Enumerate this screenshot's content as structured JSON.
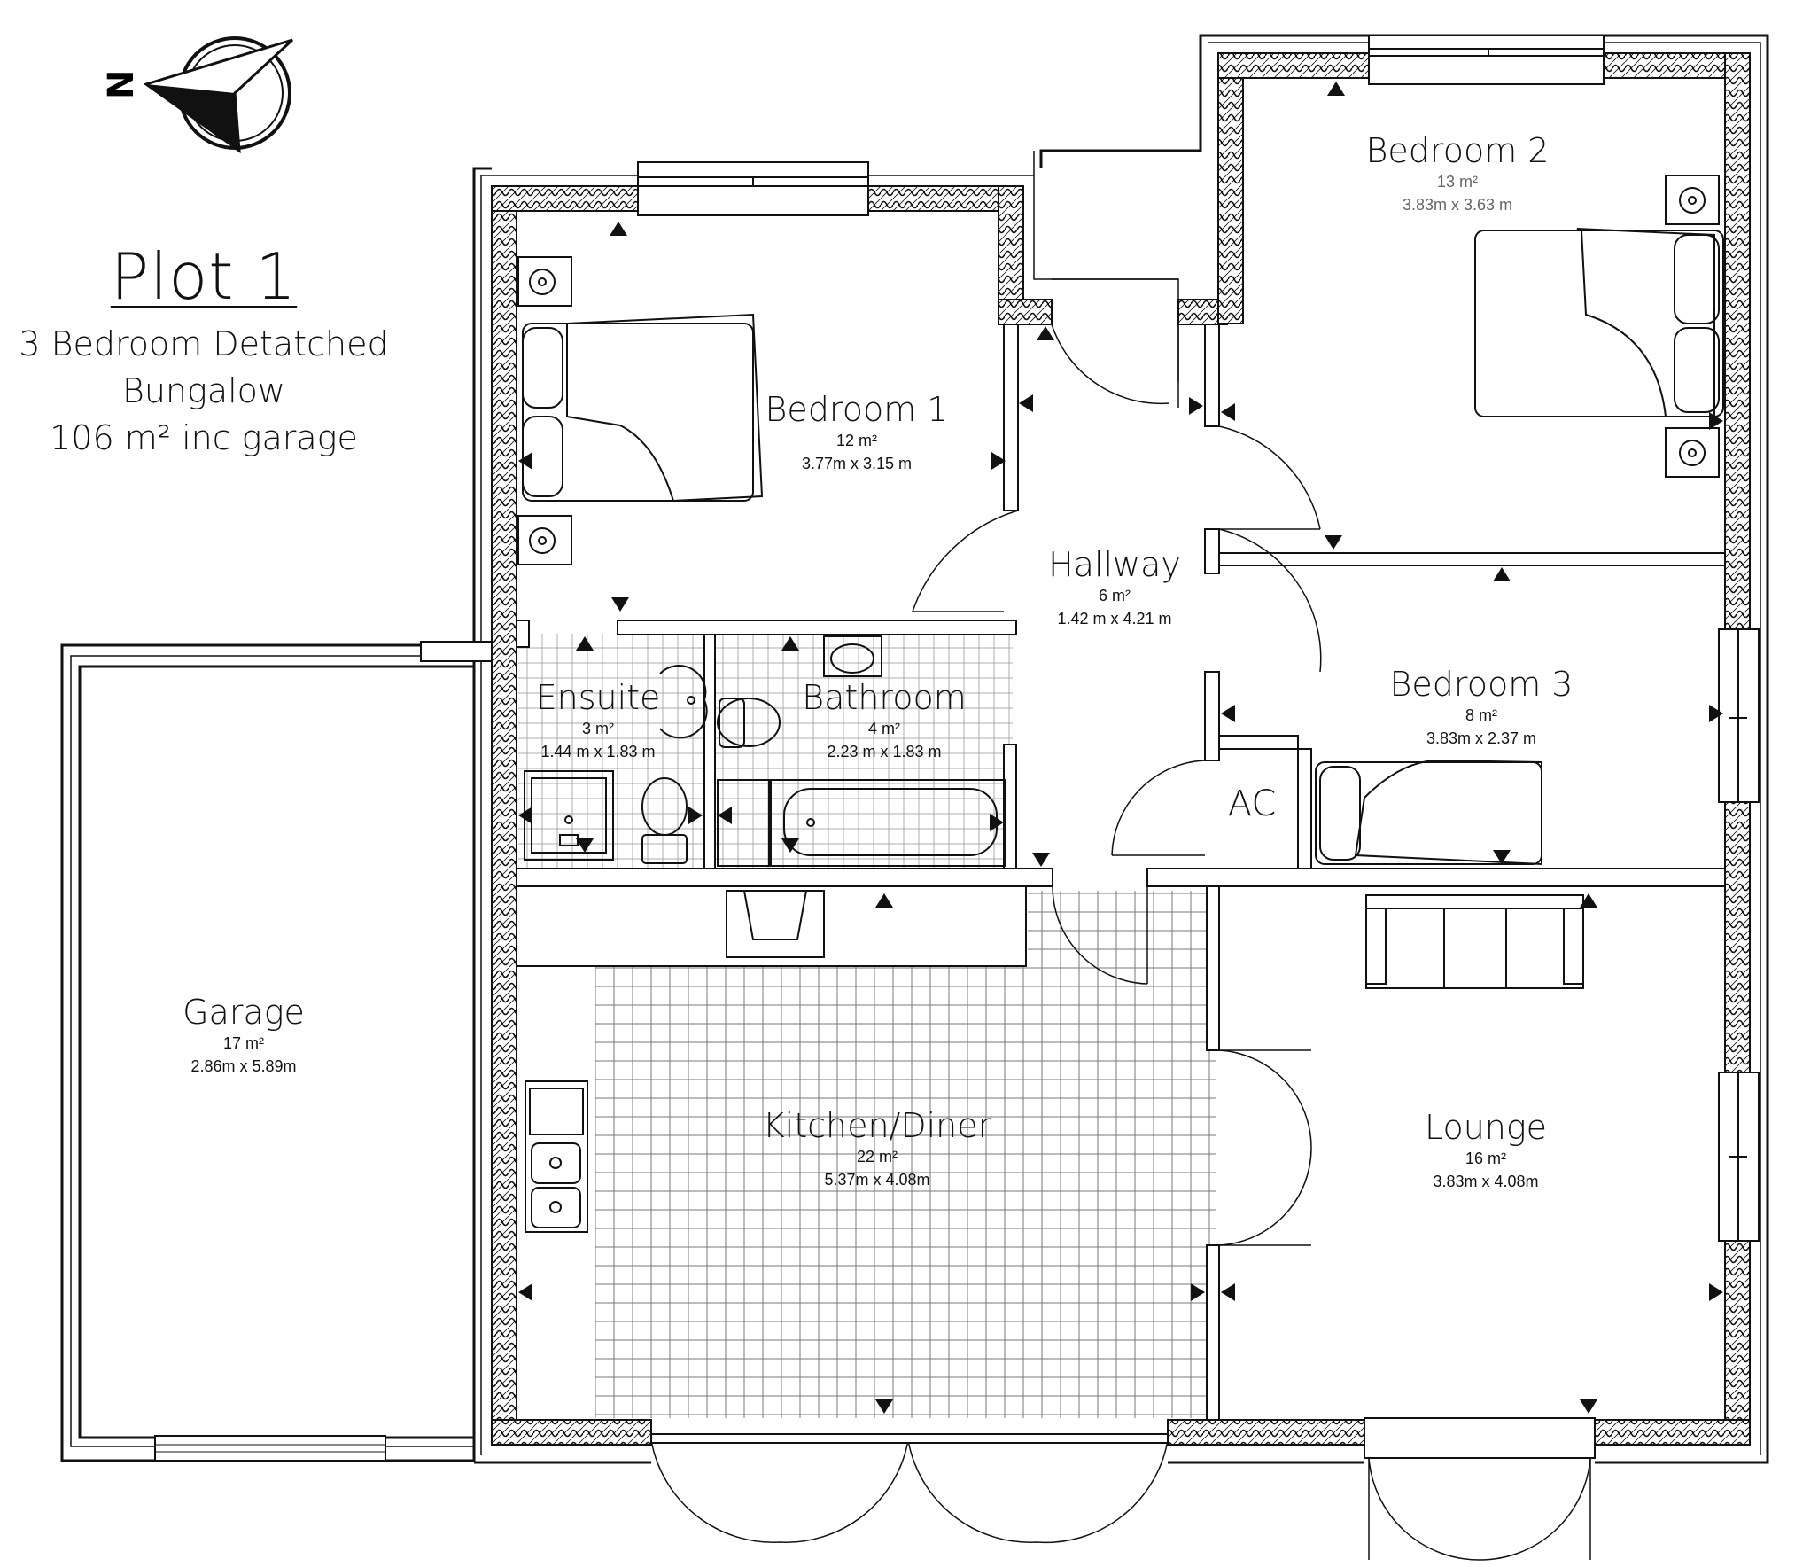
{
  "plan": {
    "title": "Plot 1",
    "subtitle_lines": [
      "3 Bedroom Detatched",
      "Bungalow",
      "106 m² inc garage"
    ],
    "compass_letter": "N",
    "rooms": [
      {
        "name": "Bedroom 1",
        "area": "12 m²",
        "dims": "3.77m x 3.15 m"
      },
      {
        "name": "Bedroom 2",
        "area": "13 m²",
        "dims": "3.83m x 3.63 m"
      },
      {
        "name": "Hallway",
        "area": "6 m²",
        "dims": "1.42 m x 4.21 m"
      },
      {
        "name": "Bedroom 3",
        "area": "8 m²",
        "dims": "3.83m x 2.37 m"
      },
      {
        "name": "Ensuite",
        "area": "3 m²",
        "dims": "1.44 m x 1.83 m"
      },
      {
        "name": "Bathroom",
        "area": "4 m²",
        "dims": "2.23 m x 1.83 m"
      },
      {
        "name": "AC"
      },
      {
        "name": "Garage",
        "area": "17 m²",
        "dims": "2.86m x 5.89m"
      },
      {
        "name": "Kitchen/Diner",
        "area": "22 m²",
        "dims": "5.37m x 4.08m"
      },
      {
        "name": "Lounge",
        "area": "16 m²",
        "dims": "3.83m x 4.08m"
      }
    ]
  }
}
